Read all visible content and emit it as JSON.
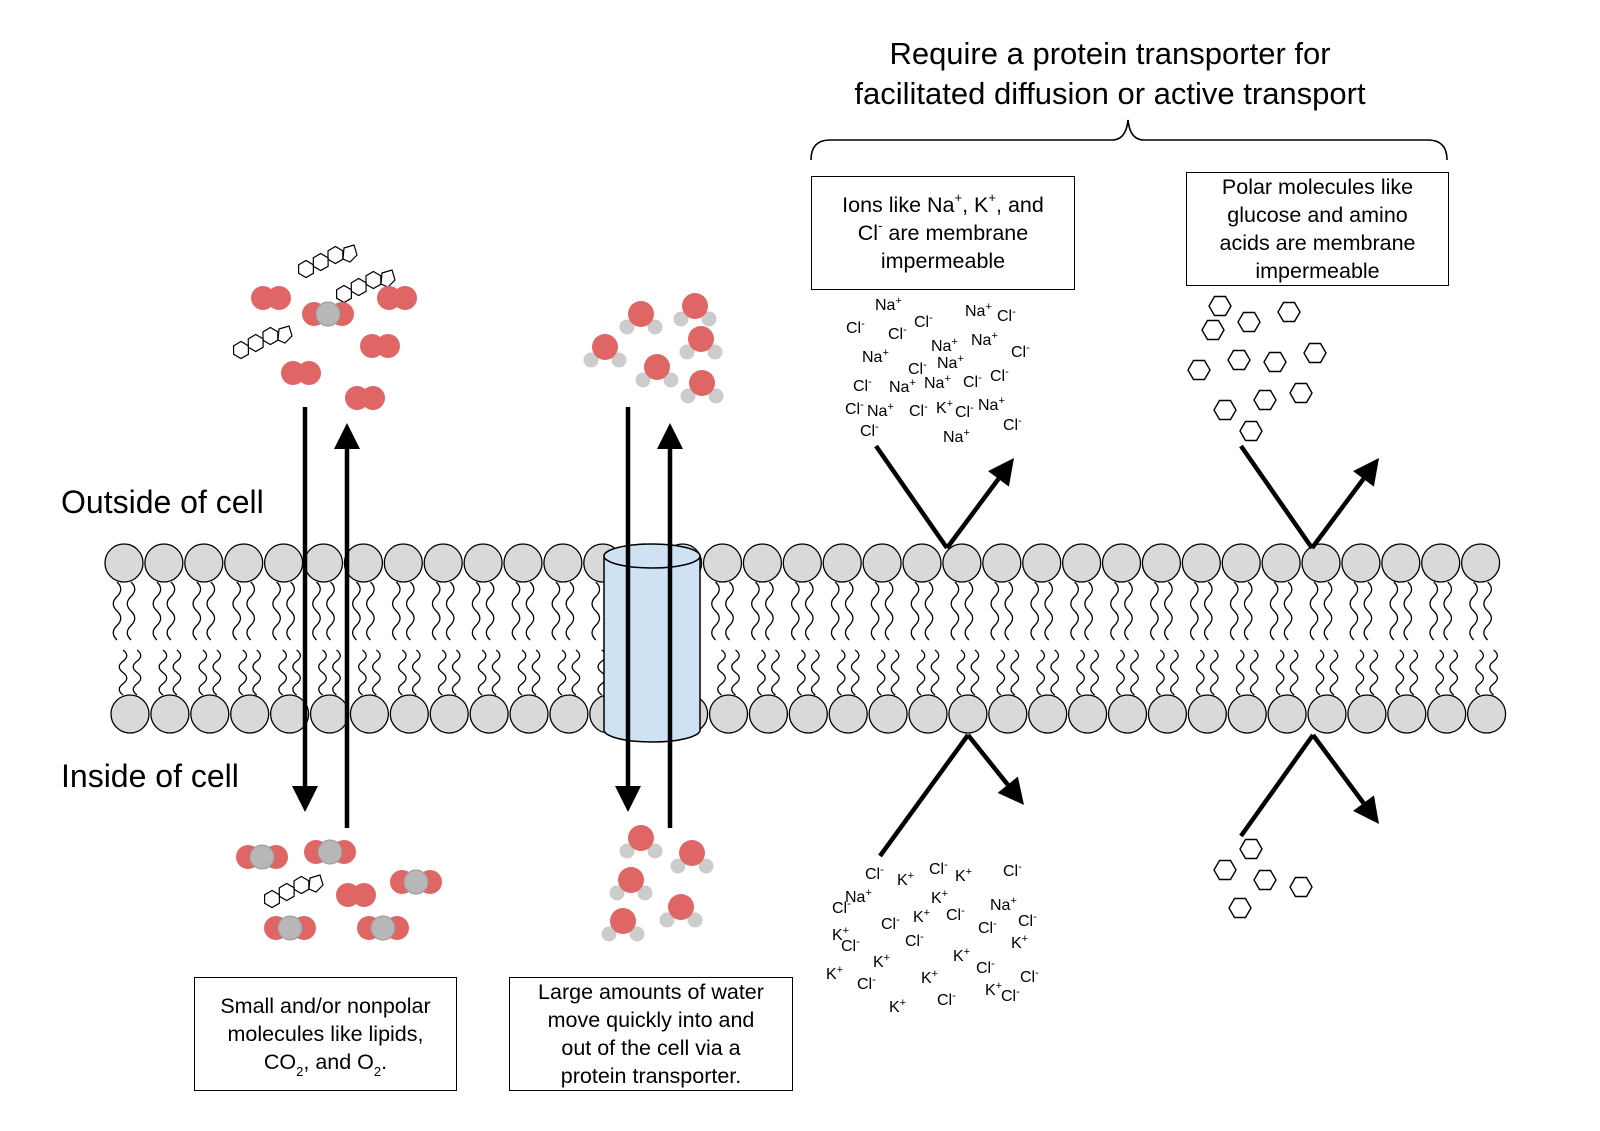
{
  "regions": {
    "outside_label": "Outside of cell",
    "inside_label": "Inside of cell"
  },
  "title": {
    "line1": "Require a protein transporter for",
    "line2": "facilitated diffusion or active transport"
  },
  "ions_box": {
    "line1_a": "Ions like Na",
    "line1_sup1": "+",
    "line1_b": ", K",
    "line1_sup2": "+",
    "line1_c": ", and",
    "line2_a": "Cl",
    "line2_sup": "-",
    "line2_b": " are membrane",
    "line3": "impermeable"
  },
  "polar_box": {
    "line1": "Polar molecules like",
    "line2": "glucose and amino",
    "line3": "acids are membrane",
    "line4": "impermeable"
  },
  "nonpolar_box": {
    "line1": "Small and/or nonpolar",
    "line2": "molecules like lipids,",
    "line3_a": "CO",
    "line3_sub1": "2",
    "line3_b": ", and O",
    "line3_sub2": "2",
    "line3_c": "."
  },
  "water_box": {
    "line1": "Large amounts of water",
    "line2": "move quickly into and",
    "line3": "out of the cell via a",
    "line4": "protein transporter."
  },
  "ion_labels": {
    "outside": [
      {
        "base": "Na",
        "charge": "+"
      },
      {
        "base": "Na",
        "charge": "+"
      },
      {
        "base": "Cl",
        "charge": "-"
      },
      {
        "base": "Cl",
        "charge": "-"
      },
      {
        "base": "Cl",
        "charge": "-"
      },
      {
        "base": "Cl",
        "charge": "-"
      },
      {
        "base": "Na",
        "charge": "+"
      },
      {
        "base": "Na",
        "charge": "+"
      },
      {
        "base": "Na",
        "charge": "+"
      },
      {
        "base": "Cl",
        "charge": "-"
      },
      {
        "base": "Na",
        "charge": "+"
      },
      {
        "base": "Cl",
        "charge": "-"
      },
      {
        "base": "Cl",
        "charge": "-"
      },
      {
        "base": "Na",
        "charge": "+"
      },
      {
        "base": "Na",
        "charge": "+"
      },
      {
        "base": "Cl",
        "charge": "-"
      },
      {
        "base": "Cl",
        "charge": "-"
      },
      {
        "base": "Cl",
        "charge": "-"
      },
      {
        "base": "Na",
        "charge": "+"
      },
      {
        "base": "Cl",
        "charge": "-"
      },
      {
        "base": "K",
        "charge": "+"
      },
      {
        "base": "Cl",
        "charge": "-"
      },
      {
        "base": "Na",
        "charge": "+"
      },
      {
        "base": "Cl",
        "charge": "-"
      },
      {
        "base": "Na",
        "charge": "+"
      },
      {
        "base": "Cl",
        "charge": "-"
      }
    ],
    "inside": [
      {
        "base": "Cl",
        "charge": "-"
      },
      {
        "base": "K",
        "charge": "+"
      },
      {
        "base": "Cl",
        "charge": "-"
      },
      {
        "base": "K",
        "charge": "+"
      },
      {
        "base": "Cl",
        "charge": "-"
      },
      {
        "base": "Na",
        "charge": "+"
      },
      {
        "base": "K",
        "charge": "+"
      },
      {
        "base": "Cl",
        "charge": "-"
      },
      {
        "base": "Na",
        "charge": "+"
      },
      {
        "base": "Cl",
        "charge": "-"
      },
      {
        "base": "K",
        "charge": "+"
      },
      {
        "base": "Cl",
        "charge": "-"
      },
      {
        "base": "Cl",
        "charge": "-"
      },
      {
        "base": "Cl",
        "charge": "-"
      },
      {
        "base": "K",
        "charge": "+"
      },
      {
        "base": "Cl",
        "charge": "-"
      },
      {
        "base": "Cl",
        "charge": "-"
      },
      {
        "base": "K",
        "charge": "+"
      },
      {
        "base": "K",
        "charge": "+"
      },
      {
        "base": "K",
        "charge": "+"
      },
      {
        "base": "Cl",
        "charge": "-"
      },
      {
        "base": "K",
        "charge": "+"
      },
      {
        "base": "Cl",
        "charge": "-"
      },
      {
        "base": "K",
        "charge": "+"
      },
      {
        "base": "K",
        "charge": "+"
      },
      {
        "base": "Cl",
        "charge": "-"
      },
      {
        "base": "Cl",
        "charge": "-"
      },
      {
        "base": "K",
        "charge": "+"
      },
      {
        "base": "Cl",
        "charge": "-"
      }
    ]
  },
  "colors": {
    "head": "#d9d9d9",
    "oxygen": "#e06666",
    "carbon": "#b7b7b7",
    "hydrogen": "#cccccc",
    "channel": "#cfe2f3",
    "stroke": "#000000"
  }
}
